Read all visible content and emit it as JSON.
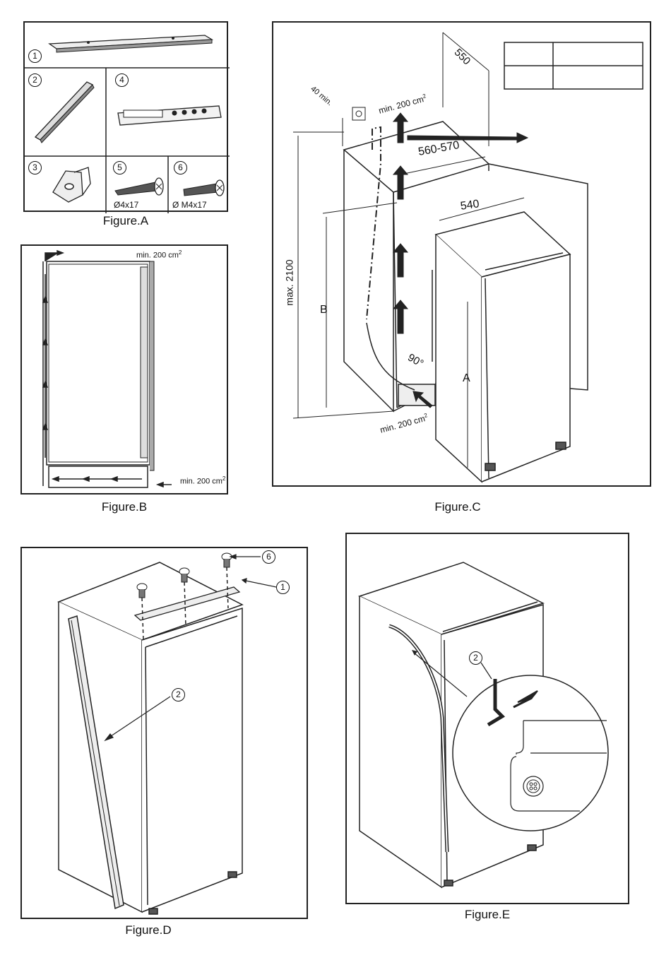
{
  "figureA": {
    "caption": "Figure.A",
    "parts": [
      {
        "number": "1"
      },
      {
        "number": "2"
      },
      {
        "number": "3"
      },
      {
        "number": "4"
      },
      {
        "number": "5",
        "spec": "Ø4x17"
      },
      {
        "number": "6",
        "spec": "Ø M4x17"
      }
    ]
  },
  "figureB": {
    "caption": "Figure.B",
    "top_label": "min. 200 cm",
    "bottom_label": "min. 200 cm",
    "superscript": "2"
  },
  "figureC": {
    "caption": "Figure.C",
    "dim_550": "550",
    "dim_40min": "40 min.",
    "dim_top_vent": "min. 200 cm",
    "dim_560_570": "560-570",
    "dim_540": "540",
    "dim_max2100": "max. 2100",
    "label_B": "B",
    "label_A": "A",
    "angle": "90°",
    "dim_bottom_vent": "min. 200 cm",
    "superscript": "2"
  },
  "figureD": {
    "caption": "Figure.D",
    "callouts": [
      "6",
      "1",
      "2"
    ]
  },
  "figureE": {
    "caption": "Figure.E",
    "callout": "2"
  }
}
